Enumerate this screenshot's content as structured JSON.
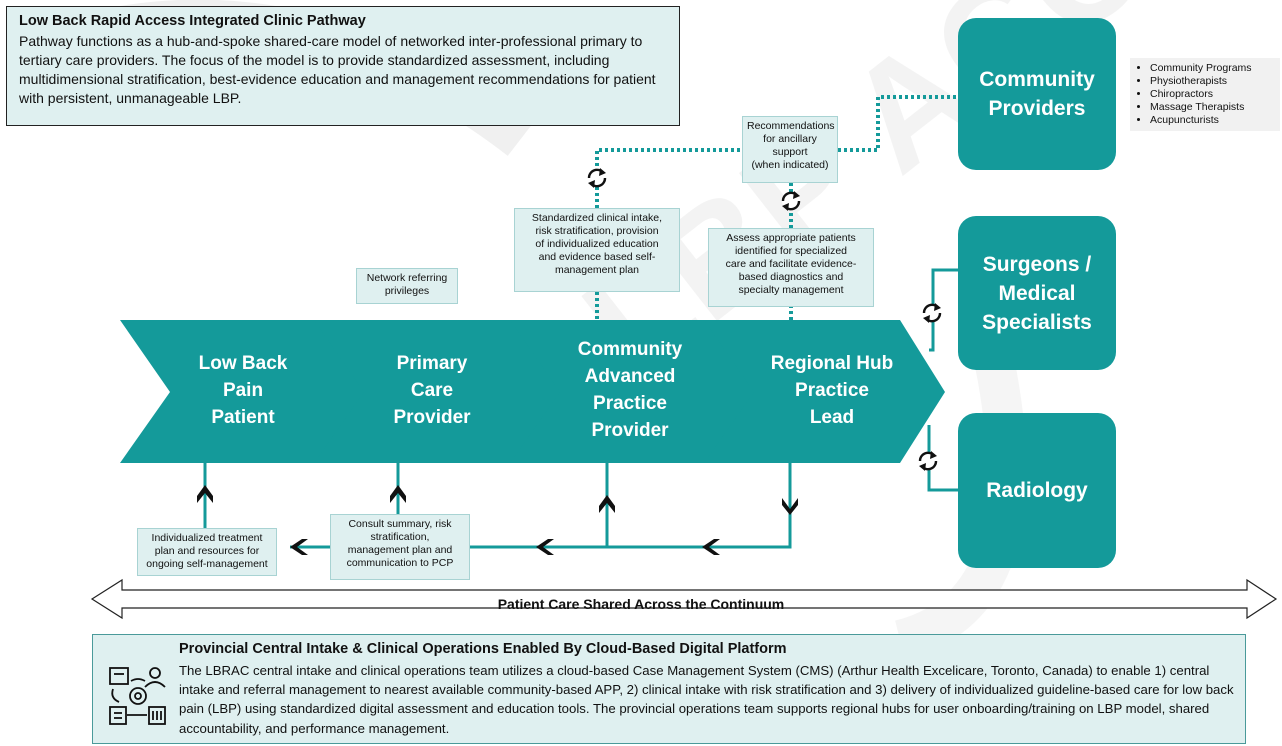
{
  "top_info": {
    "title": "Low Back Rapid Access Integrated Clinic Pathway",
    "body": "Pathway functions as a hub-and-spoke shared-care model of networked inter-professional primary to tertiary care providers. The focus of the model is to provide standardized assessment, including multidimensional stratification, best-evidence education and management recommendations for patient with persistent, unmanageable LBP."
  },
  "chevrons": [
    {
      "label": "Low Back\nPain\nPatient"
    },
    {
      "label": "Primary\nCare\nProvider"
    },
    {
      "label": "Community\nAdvanced\nPractice\nProvider"
    },
    {
      "label": "Regional Hub\nPractice\nLead"
    }
  ],
  "right_boxes": {
    "community": "Community\nProviders",
    "surgeons": "Surgeons /\nMedical\nSpecialists",
    "radiology": "Radiology"
  },
  "community_list": [
    "Community Programs",
    "Physiotherapists",
    "Chiropractors",
    "Massage Therapists",
    "Acupuncturists"
  ],
  "notes": {
    "recommendations": "Recommendations\nfor ancillary\nsupport\n(when indicated)",
    "intake": "Standardized clinical intake,\nrisk stratification, provision\nof individualized education\nand evidence based self-\nmanagement plan",
    "assess": "Assess appropriate patients\nidentified for specialized\ncare and facilitate evidence-\nbased diagnostics and\nspecialty management",
    "network": "Network referring\nprivileges",
    "treatment": "Individualized treatment\nplan and resources for\nongoing self-management",
    "consult": "Consult summary, risk\nstratification,\nmanagement plan and\ncommunication to PCP"
  },
  "continuum_label": "Patient Care Shared Across the Continuum",
  "bottom_info": {
    "title": "Provincial Central Intake & Clinical Operations Enabled By Cloud-Based Digital Platform",
    "body": "The LBRAC central intake and clinical operations team utilizes a cloud-based Case Management System (CMS) (Arthur Health Excelicare, Toronto, Canada) to enable 1) central intake and referral management to nearest available community-based APP, 2) clinical intake with risk stratification and 3) delivery of individualized guideline-based care for low back pain (LBP) using standardized digital assessment and education tools. The provincial operations team supports regional hubs for user onboarding/training on LBP model, shared accountability, and performance management."
  },
  "watermark": "LBP ACCESS",
  "colors": {
    "teal": "#149a9a",
    "light": "#dff0f0",
    "dark": "#111111"
  },
  "icons": [
    "sync-icon",
    "chevron-up-icon",
    "chevron-down-icon",
    "chevron-left-icon",
    "cloud-platform-icon"
  ]
}
